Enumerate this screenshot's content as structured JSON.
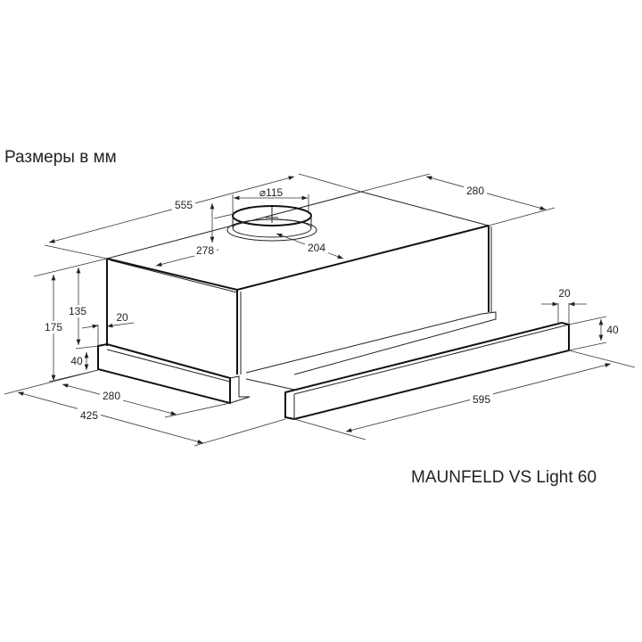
{
  "header": {
    "title": "Размеры в мм"
  },
  "footer": {
    "model": "MAUNFELD VS Light 60"
  },
  "dimensions": {
    "width_top": "555",
    "duct_diameter": "⌀115",
    "duct_offset_side": "278",
    "duct_offset_front": "204",
    "depth_top": "280",
    "total_height": "175",
    "body_height": "135",
    "panel_thickness_left": "20",
    "panel_height_left": "40",
    "depth_bottom": "280",
    "depth_extended": "425",
    "width_front": "595",
    "panel_thickness_right": "20",
    "panel_height_right": "40"
  }
}
